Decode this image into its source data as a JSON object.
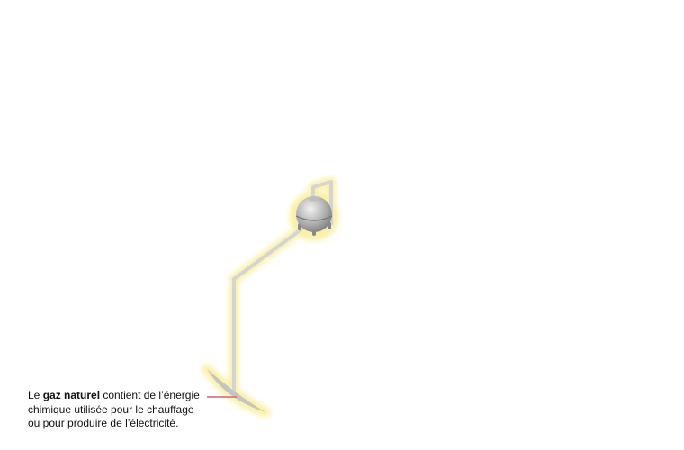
{
  "caption": {
    "prefix": "Le ",
    "bold": "gaz naturel",
    "line1_rest": " contient de l’énergie",
    "line2": "chimique utilisée pour le chauffage",
    "line3": "ou pour produire de l’électricité."
  },
  "colors": {
    "pipe": "#d4d4d4",
    "glow": "#fdf6c0",
    "leader": "#d9607a",
    "tank": "#a8a8a8"
  }
}
